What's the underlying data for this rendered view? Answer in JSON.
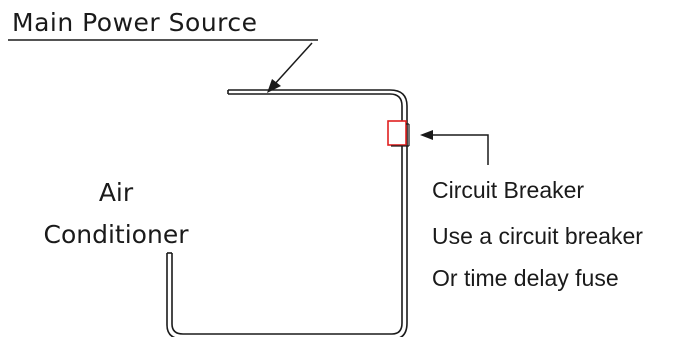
{
  "diagram": {
    "power_source_label": "Main Power Source",
    "device_label_lines": [
      "Air",
      "Conditioner"
    ],
    "breaker_note_lines": [
      "Circuit Breaker",
      "Use a circuit breaker",
      "Or time delay fuse"
    ]
  },
  "colors": {
    "line": "#1a1a1a",
    "breaker_outline": "#e02020",
    "background": "#ffffff"
  }
}
